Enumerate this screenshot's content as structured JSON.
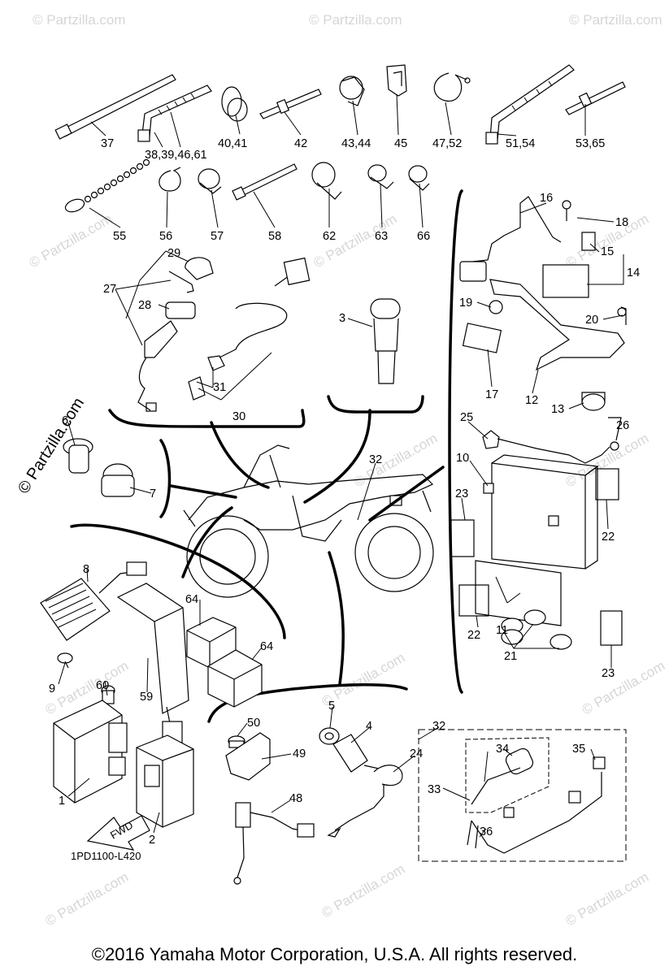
{
  "diagram": {
    "diagram_code": "1PD1100-L420",
    "fwd_label": "FWD",
    "copyright": "©2016 Yamaha Motor Corporation, U.S.A. All rights reserved.",
    "watermark": "© Partzilla.com",
    "callouts": [
      "37",
      "38,39,46,61",
      "40,41",
      "42",
      "43,44",
      "45",
      "47,52",
      "51,54",
      "53,65",
      "55",
      "56",
      "57",
      "58",
      "62",
      "63",
      "66",
      "16",
      "18",
      "15",
      "14",
      "19",
      "20",
      "17",
      "12",
      "13",
      "29",
      "27",
      "28",
      "3",
      "31",
      "30",
      "6",
      "7",
      "32",
      "25",
      "26",
      "10",
      "23",
      "22",
      "11",
      "21",
      "8",
      "64",
      "60",
      "9",
      "59",
      "1",
      "2",
      "5",
      "4",
      "24",
      "50",
      "49",
      "48",
      "34",
      "35",
      "33",
      "36"
    ]
  }
}
